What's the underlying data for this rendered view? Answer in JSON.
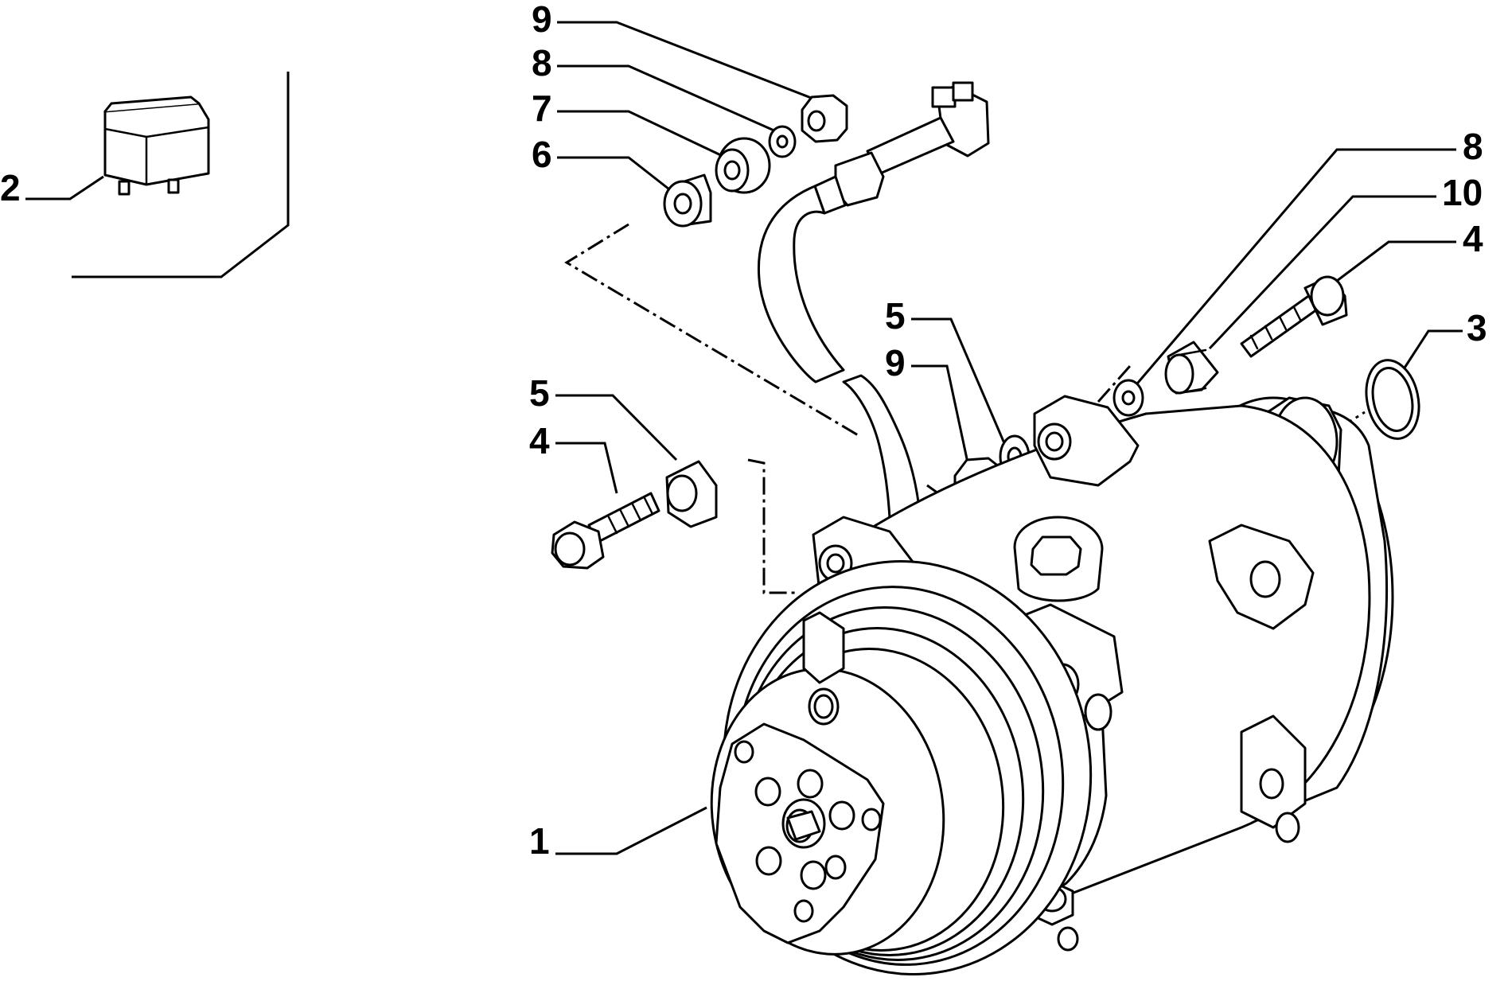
{
  "diagram": {
    "callouts": {
      "relay": "2",
      "compressor": "1",
      "nut_top": "9",
      "washer_top": "8",
      "spacer_top": "7",
      "bush_top": "6",
      "washer_right": "8",
      "sleeve_right": "10",
      "bolt_right": "4",
      "oring": "3",
      "washer_mid": "5",
      "nut_mid": "9",
      "washer_left": "5",
      "bolt_left": "4"
    },
    "colors": {
      "ink": "#000000",
      "paper": "#ffffff"
    }
  }
}
